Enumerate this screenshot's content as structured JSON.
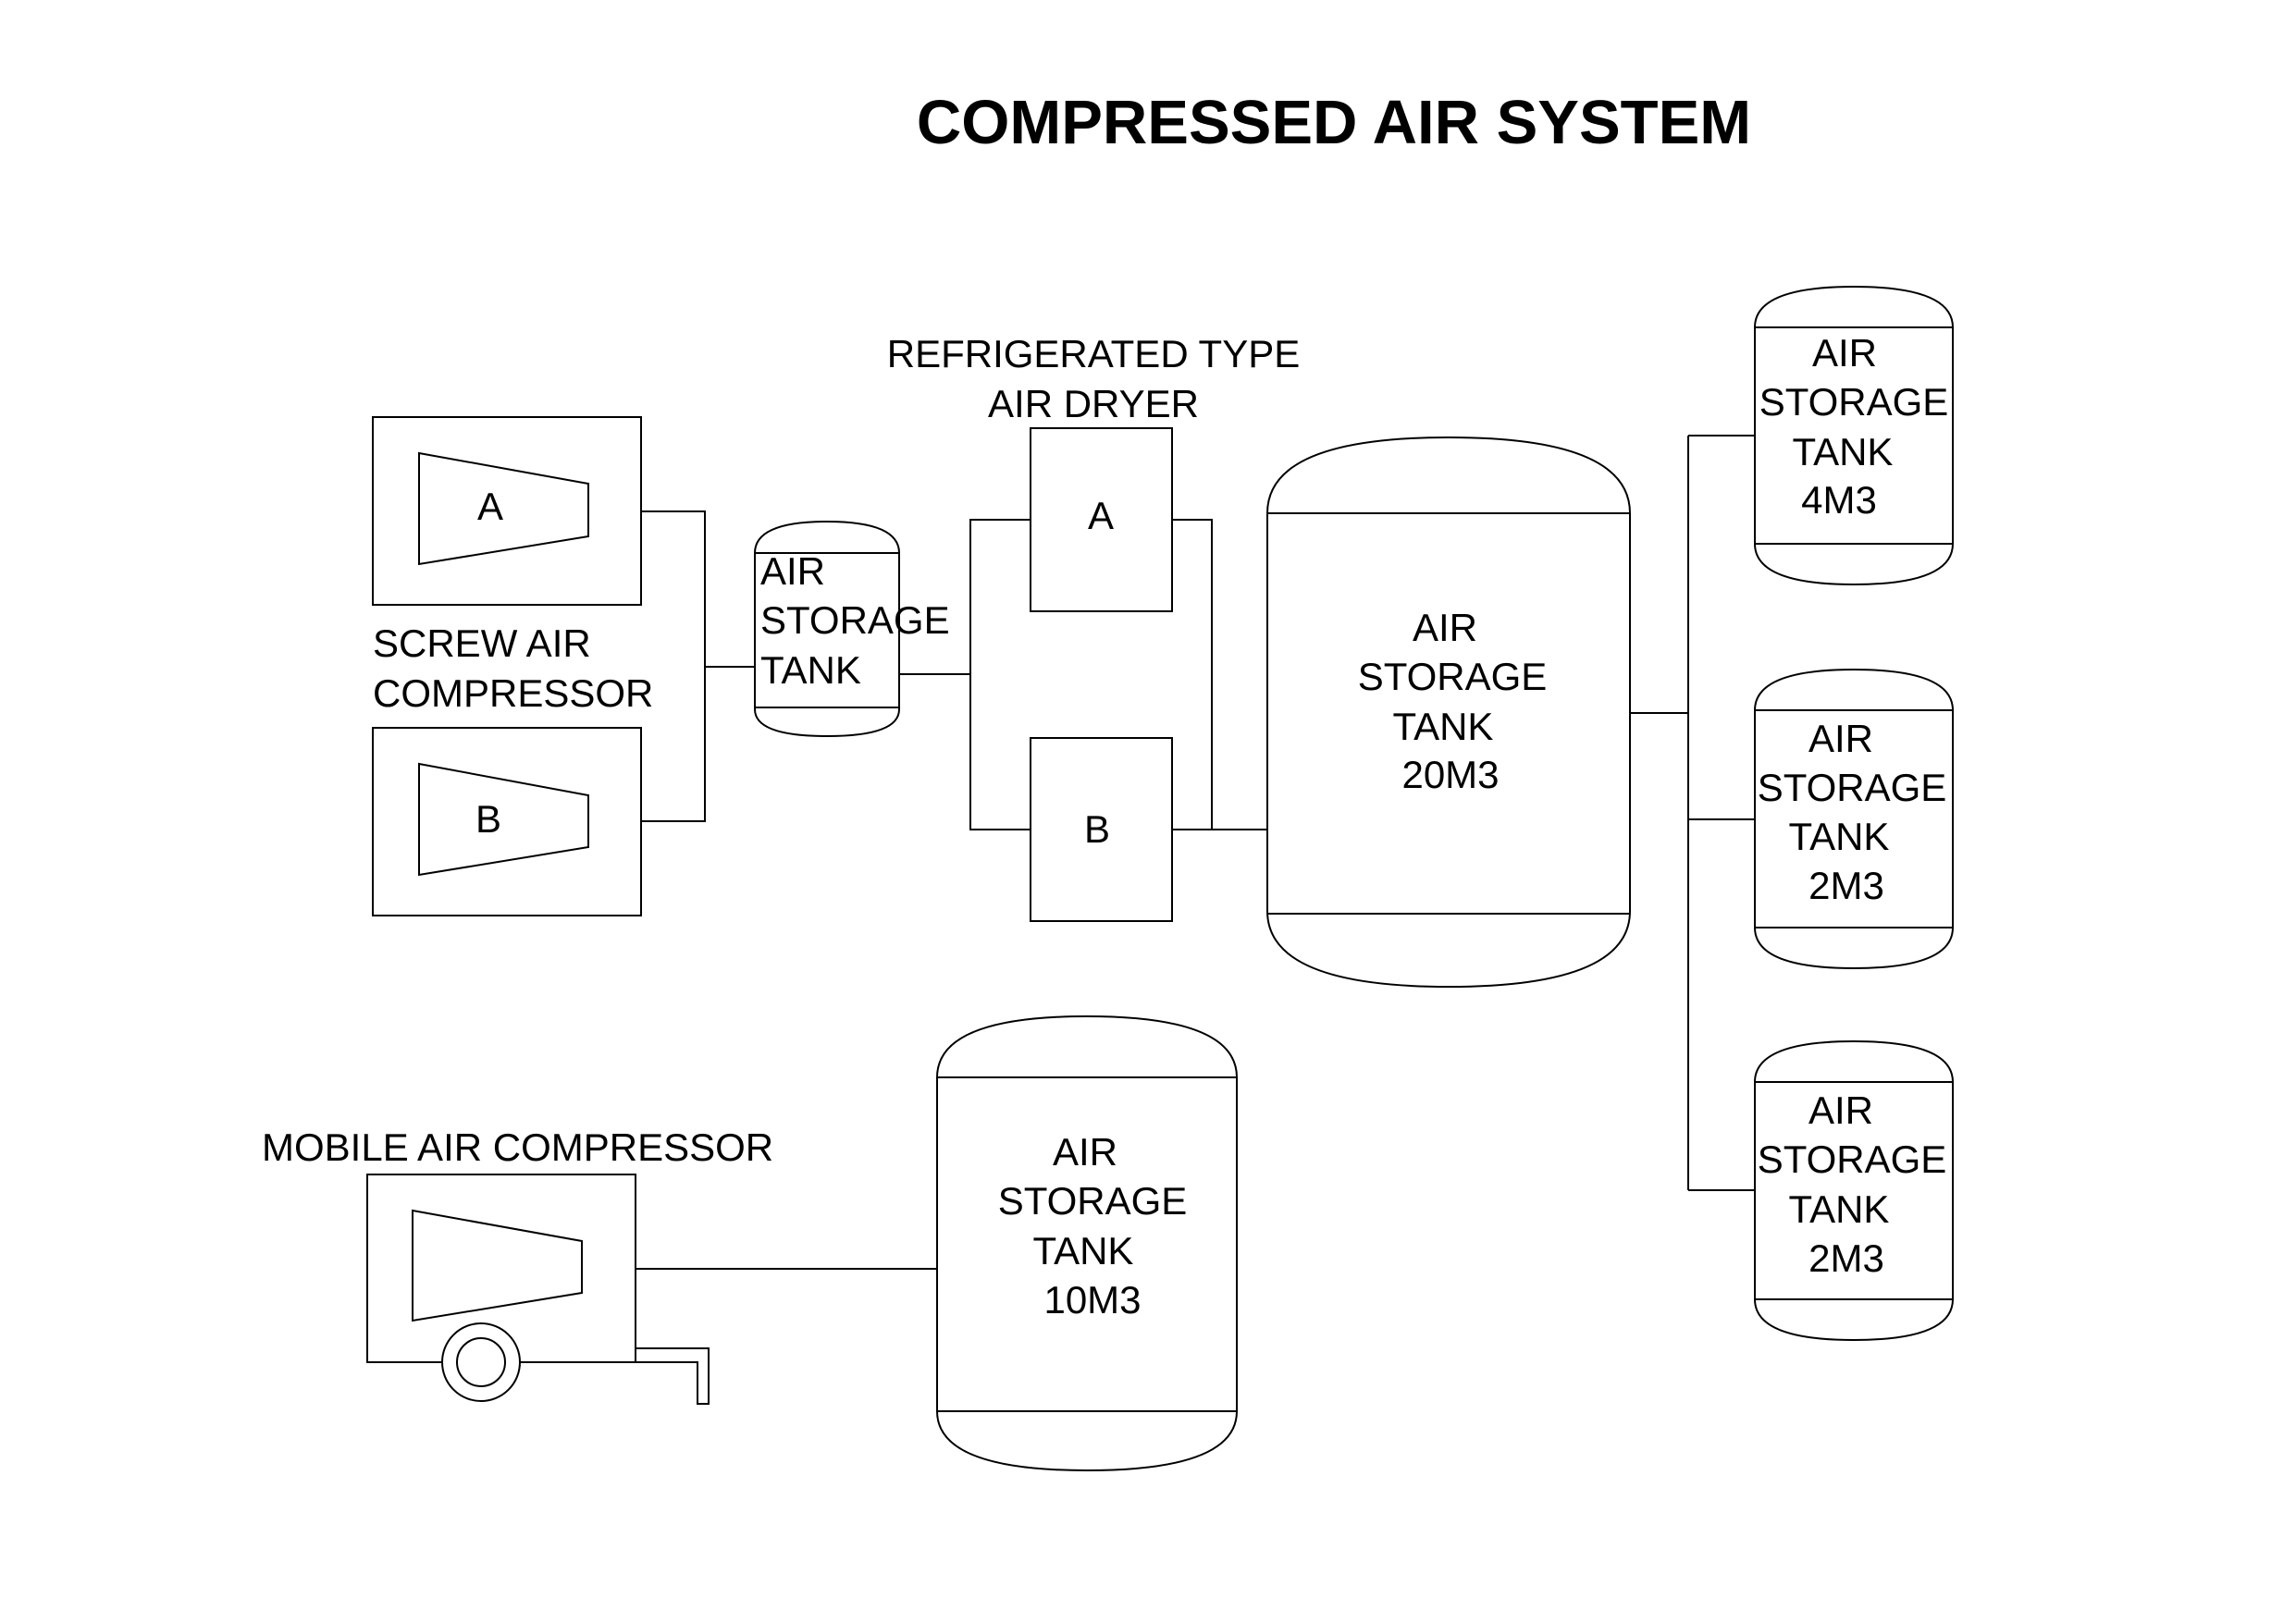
{
  "title": "COMPRESSED AIR SYSTEM",
  "screw_compressor": {
    "label_line1": "SCREW AIR",
    "label_line2": "COMPRESSOR",
    "unit_a": "A",
    "unit_b": "B"
  },
  "small_tank": {
    "line1": "AIR",
    "line2": "STORAGE",
    "line3": "TANK"
  },
  "dryer": {
    "label_line1": "REFRIGERATED TYPE",
    "label_line2": "AIR DRYER",
    "unit_a": "A",
    "unit_b": "B"
  },
  "main_tank": {
    "line1": "AIR",
    "line2": "STORAGE",
    "line3": "TANK",
    "line4": "20M3"
  },
  "tank_4m3": {
    "line1": "AIR",
    "line2": "STORAGE",
    "line3": "TANK",
    "line4": "4M3"
  },
  "tank_2m3_upper": {
    "line1": "AIR",
    "line2": "STORAGE",
    "line3": "TANK",
    "line4": "2M3"
  },
  "tank_2m3_lower": {
    "line1": "AIR",
    "line2": "STORAGE",
    "line3": "TANK",
    "line4": "2M3"
  },
  "mobile_compressor": {
    "label": "MOBILE AIR COMPRESSOR"
  },
  "mobile_tank": {
    "line1": "AIR",
    "line2": "STORAGE",
    "line3": "TANK",
    "line4": "10M3"
  },
  "colors": {
    "line": "#000000",
    "background": "#ffffff"
  }
}
